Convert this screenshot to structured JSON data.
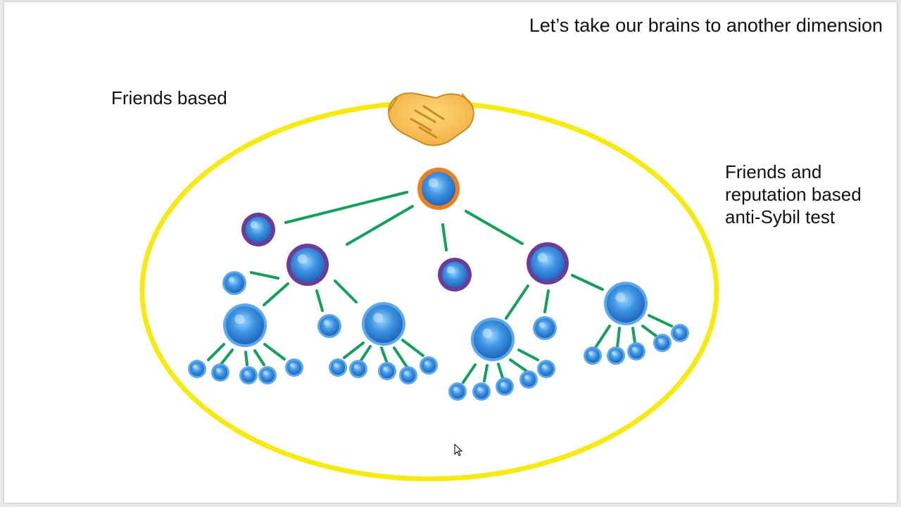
{
  "slide": {
    "title": "Let’s take our brains to another dimension",
    "label_left": "Friends based",
    "label_right": "Friends and reputation based anti-Sybil test"
  },
  "icons": {
    "handshake": "handshake-icon",
    "cursor": "mouse-cursor-icon"
  },
  "colors": {
    "ellipse": "#f7ea0f",
    "edge": "#12a05a",
    "root_ring": "#f07f1b",
    "tier_ring": "#6a3d9a",
    "cell_ring": "#5aa8ee",
    "cell_fill": "#2f7fd8",
    "background": "#ffffff"
  }
}
